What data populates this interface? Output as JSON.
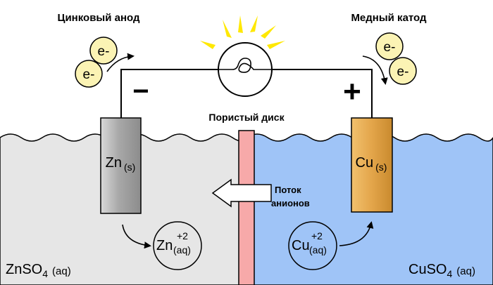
{
  "labels": {
    "anode_title": "Цинковый анод",
    "cathode_title": "Медный катод",
    "porous_disk": "Пористый диск",
    "anion_flow_line1": "Поток",
    "anion_flow_line2": "анионов",
    "minus": "−",
    "plus": "+",
    "electron": "e-"
  },
  "electrodes": {
    "zinc": {
      "symbol": "Zn",
      "state": "(s)"
    },
    "copper": {
      "symbol": "Cu",
      "state": "(s)"
    }
  },
  "ions": {
    "zinc": {
      "symbol": "Zn",
      "charge": "+2",
      "state": "(aq)"
    },
    "copper": {
      "symbol": "Cu",
      "charge": "+2",
      "state": "(aq)"
    }
  },
  "solutions": {
    "left": {
      "formula": "ZnSO",
      "subscript": "4",
      "state": "(aq)"
    },
    "right": {
      "formula": "CuSO",
      "subscript": "4",
      "state": "(aq)"
    }
  },
  "colors": {
    "left_solution": "#e6e6e6",
    "right_solution": "#9fc4f7",
    "porous_disk": "#f7a9a9",
    "zinc_electrode": "#a6a6a6",
    "copper_electrode": "#e3a54a",
    "electron_fill": "#fbf3b4",
    "bulb_rays": "#ffe800"
  }
}
